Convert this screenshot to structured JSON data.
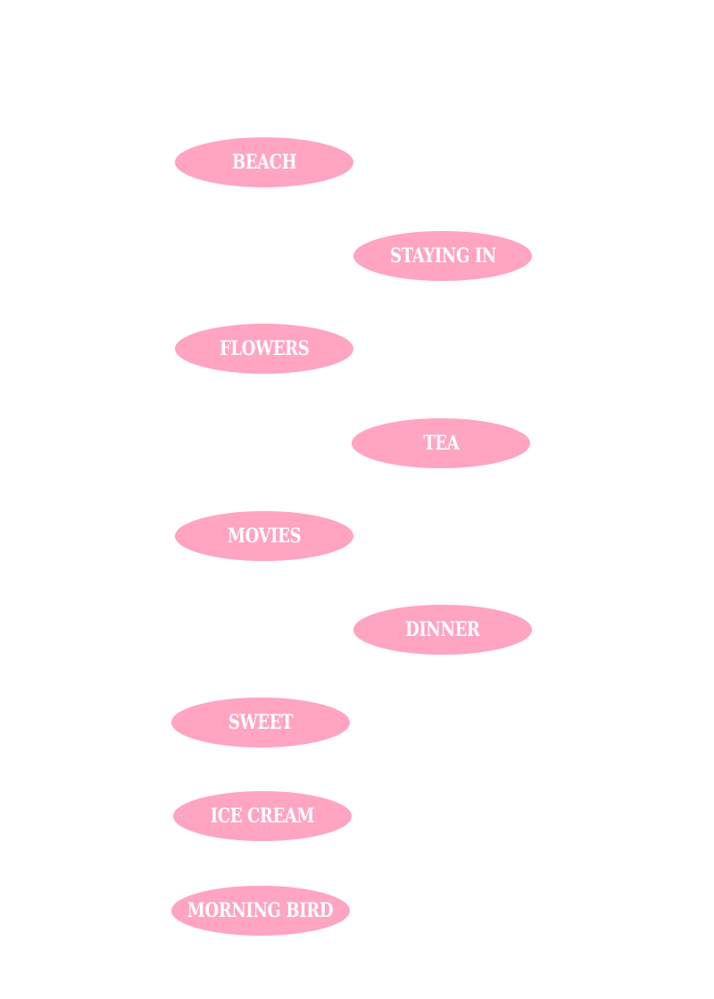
{
  "colors": {
    "pill_fill": "#ffa4c1",
    "pill_text": "#ffffff",
    "background": "#ffffff"
  },
  "pills": [
    {
      "label": "BEACH"
    },
    {
      "label": "STAYING IN"
    },
    {
      "label": "FLOWERS"
    },
    {
      "label": "TEA"
    },
    {
      "label": "MOVIES"
    },
    {
      "label": "DINNER"
    },
    {
      "label": "SWEET"
    },
    {
      "label": "ICE CREAM"
    },
    {
      "label": "MORNING BIRD"
    }
  ]
}
